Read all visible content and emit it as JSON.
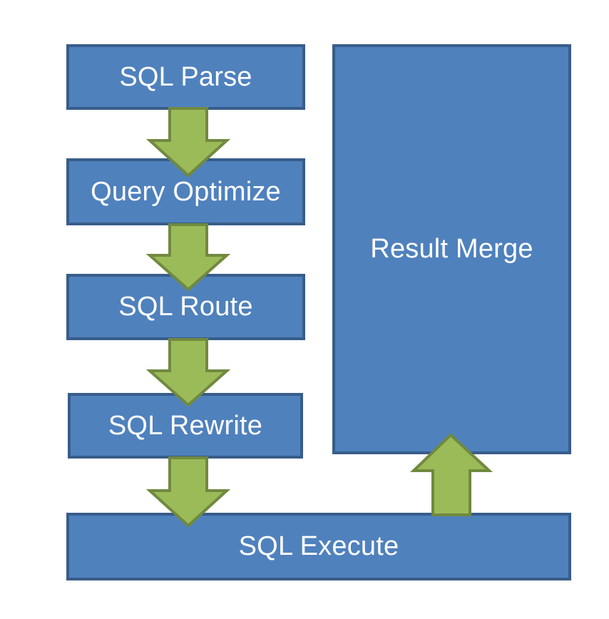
{
  "diagram": {
    "steps": {
      "parse": "SQL Parse",
      "optimize": "Query Optimize",
      "route": "SQL Route",
      "rewrite": "SQL Rewrite",
      "execute": "SQL Execute",
      "merge": "Result Merge"
    },
    "colors": {
      "box_fill": "#4f81bd",
      "box_border": "#385d8a",
      "arrow_fill": "#9bbb59",
      "arrow_border": "#71893f",
      "text": "#ffffff"
    }
  }
}
